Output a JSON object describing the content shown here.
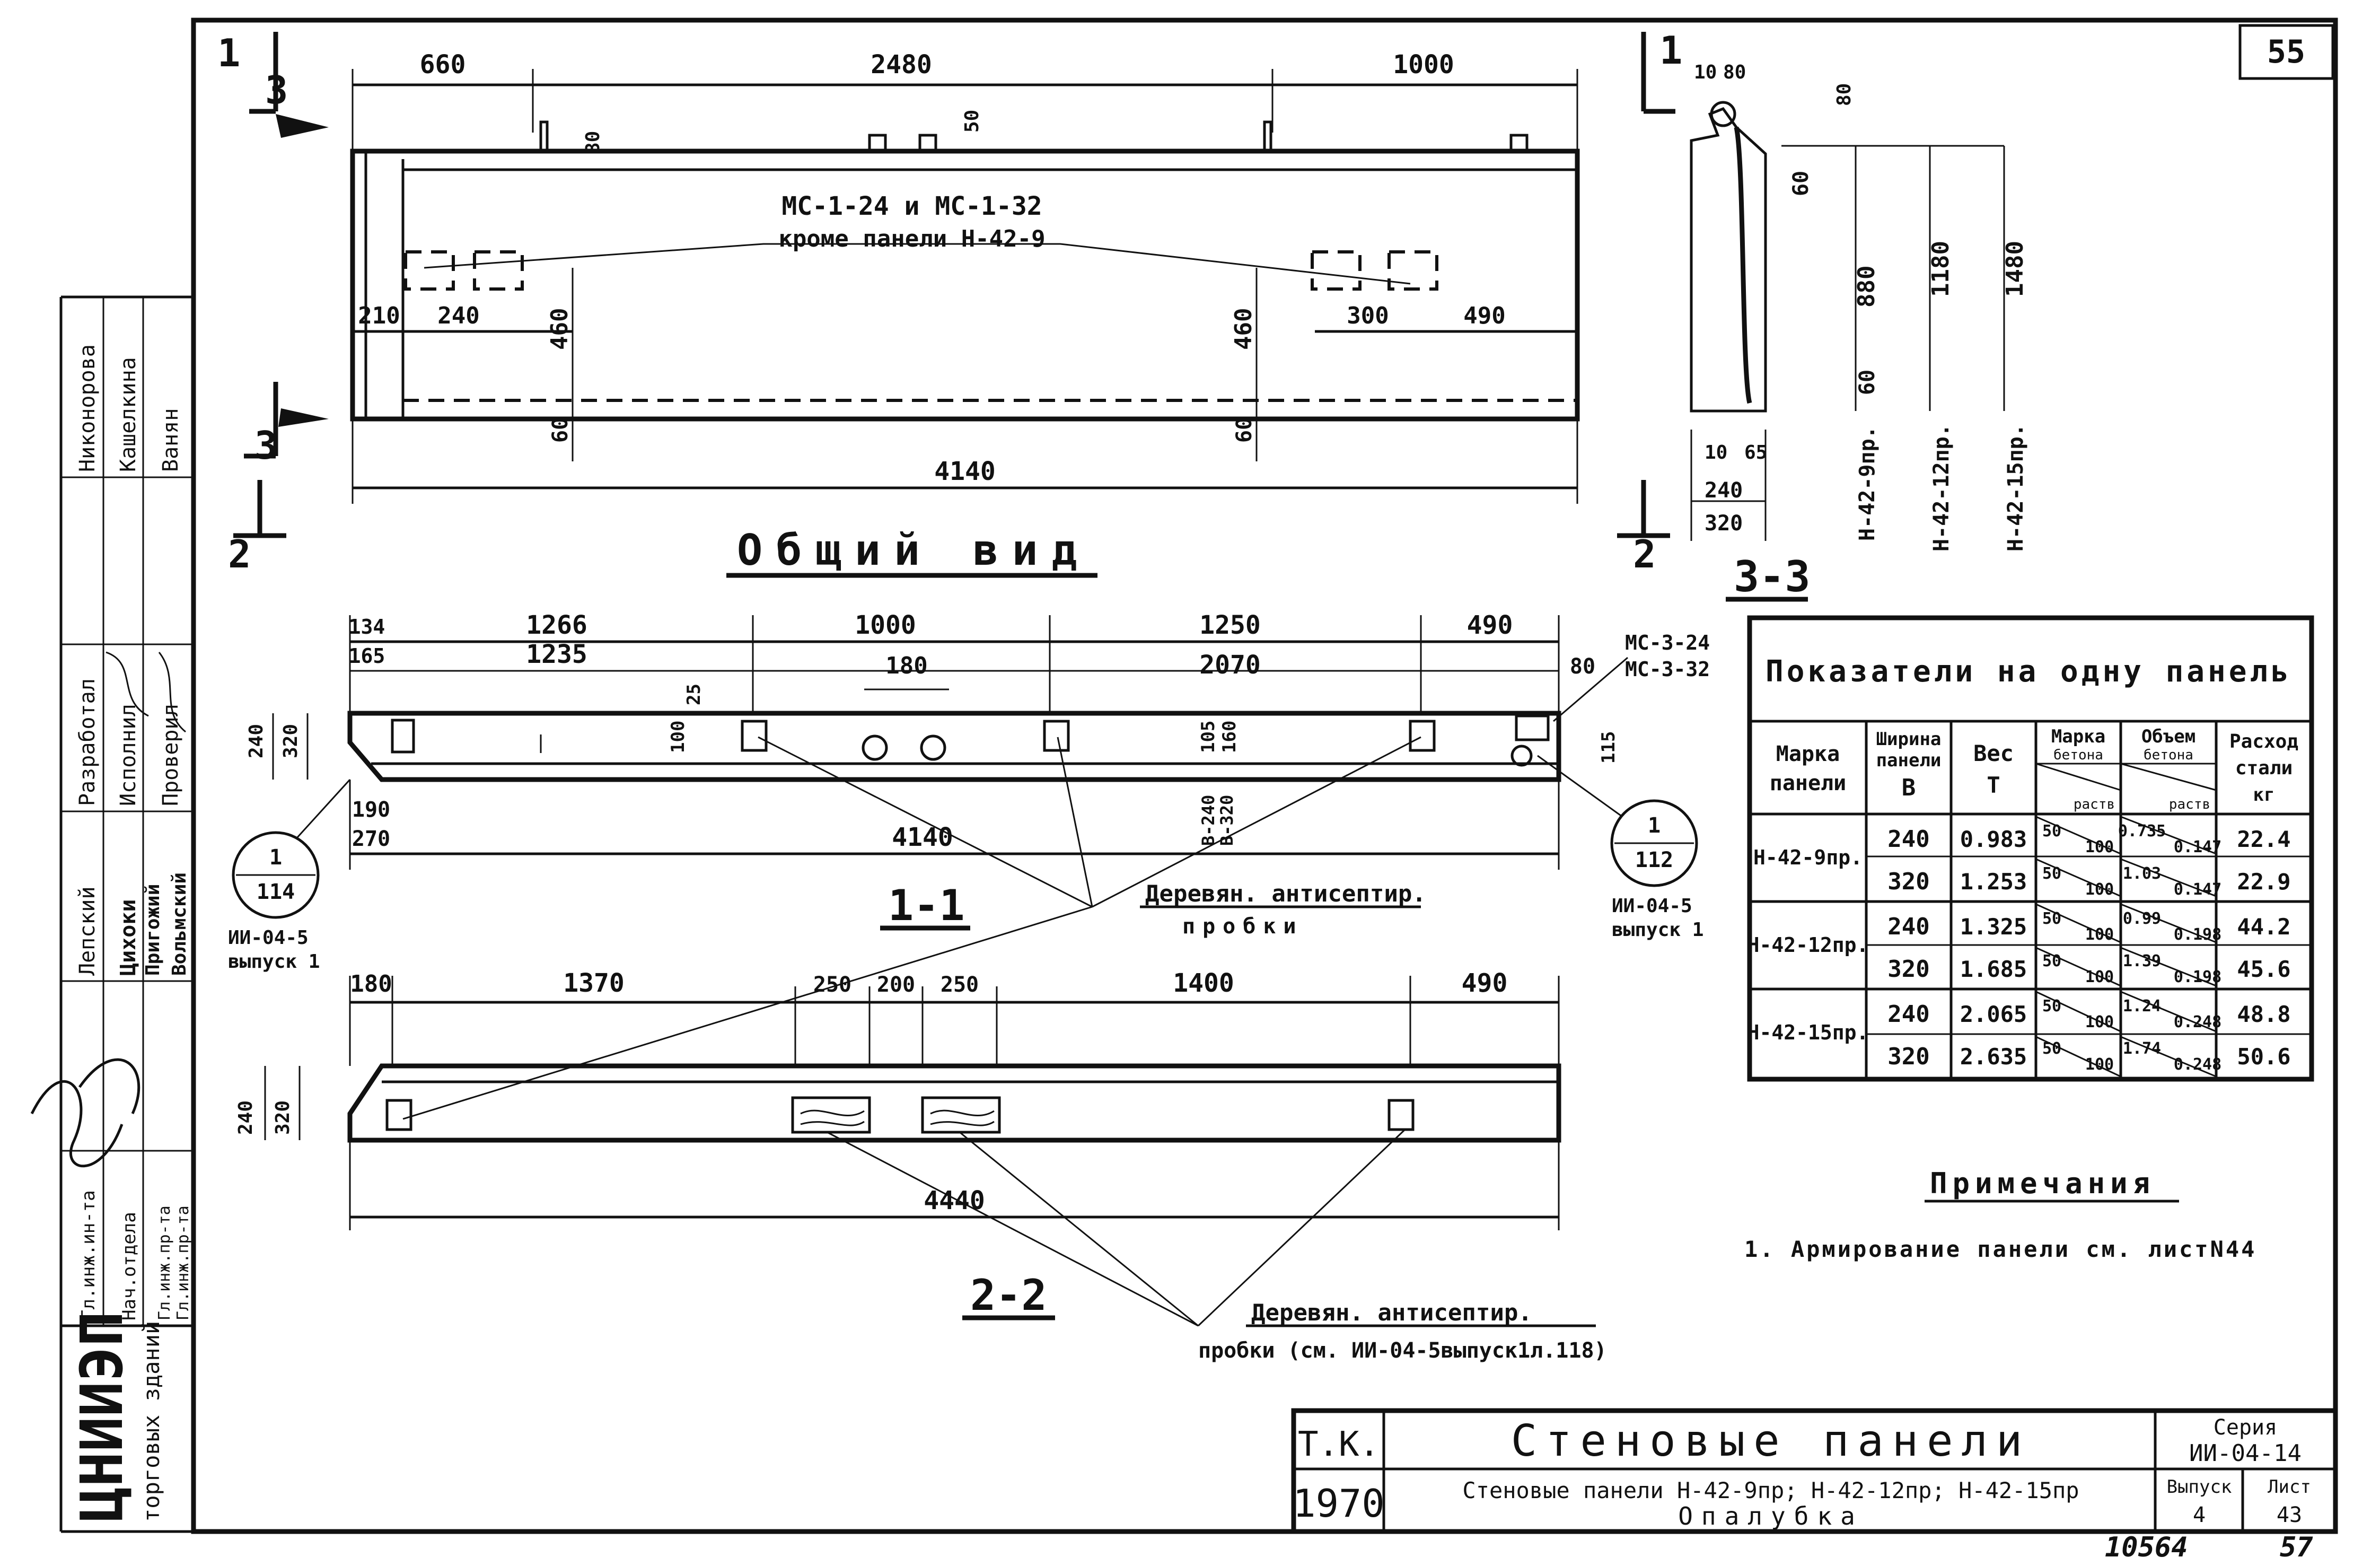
{
  "sheet_number": "55",
  "general_view": {
    "title": "Общий вид",
    "note_line1": "МС-1-24 и МС-1-32",
    "note_line2": "кроме панели Н-42-9",
    "dims_top": [
      "660",
      "2480",
      "1000"
    ],
    "dim_small_50": "50",
    "dim_80": "80",
    "dims_bottom_left": [
      "210",
      "240"
    ],
    "dims_bottom_right": [
      "300",
      "490"
    ],
    "dim_460": "460",
    "dim_60": "60",
    "dim_total": "4140",
    "section_marks": [
      "1",
      "2",
      "3"
    ]
  },
  "section_33": {
    "title": "3-3",
    "top_dims": [
      "10",
      "80"
    ],
    "dim_80": "80",
    "dim_60": "60",
    "heights": [
      "880",
      "1180",
      "1480"
    ],
    "bottom_60": "60",
    "panels": [
      "Н-42-9пр.",
      "Н-42-12пр.",
      "Н-42-15пр."
    ],
    "dims_bottom": [
      "10",
      "65",
      "240",
      "320"
    ]
  },
  "section_11": {
    "title": "1-1",
    "dims_top_row1": [
      "134",
      "1266",
      "1000",
      "1250",
      "490"
    ],
    "dims_top_row2": [
      "165",
      "1235",
      "180",
      "2070",
      "80"
    ],
    "dim_25": "25",
    "dim_100": "100",
    "dims_105_160": [
      "105",
      "160"
    ],
    "dim_115": "115",
    "height_dims": [
      "240",
      "320"
    ],
    "dims_bottom": [
      "190",
      "270"
    ],
    "dim_b": [
      "В-240",
      "В-320"
    ],
    "dim_total": "4140",
    "callout_left": {
      "num": "1",
      "sheet": "114",
      "ref1": "ИИ-04-5",
      "ref2": "выпуск 1"
    },
    "callout_right": {
      "num": "1",
      "sheet": "112",
      "ref1": "ИИ-04-5",
      "ref2": "выпуск 1"
    },
    "mc_labels": [
      "МС-3-24",
      "МС-3-32"
    ],
    "plugs_line1": "Деревян. антисептир.",
    "plugs_line2": "пробки"
  },
  "section_22": {
    "title": "2-2",
    "dims_top": [
      "180",
      "1370",
      "250",
      "200",
      "250",
      "1400",
      "490"
    ],
    "height_dims": [
      "240",
      "320"
    ],
    "dim_total": "4440",
    "plugs_line1": "Деревян. антисептир.",
    "plugs_line2": "пробки (см. ИИ-04-5выпуск1л.118)"
  },
  "table": {
    "title": "Показатели на одну панель",
    "headers": {
      "mark": [
        "Марка",
        "панели"
      ],
      "width": [
        "Ширина",
        "панели",
        "В"
      ],
      "weight": [
        "Вес",
        "Т"
      ],
      "concrete": [
        "Марка",
        "бетона"
      ],
      "volume": [
        "Объем",
        "бетона"
      ],
      "steel": [
        "Расход",
        "стали",
        "кг"
      ],
      "sub": "раств"
    },
    "groups": [
      {
        "mark": "Н-42-9пр.",
        "rows": [
          {
            "b": "240",
            "w": "0.983",
            "c1": "50",
            "c2": "100",
            "v1": "0.735",
            "v2": "0.147",
            "s": "22.4"
          },
          {
            "b": "320",
            "w": "1.253",
            "c1": "50",
            "c2": "100",
            "v1": "1.03",
            "v2": "0.147",
            "s": "22.9"
          }
        ]
      },
      {
        "mark": "Н-42-12пр.",
        "rows": [
          {
            "b": "240",
            "w": "1.325",
            "c1": "50",
            "c2": "100",
            "v1": "0.99",
            "v2": "0.198",
            "s": "44.2"
          },
          {
            "b": "320",
            "w": "1.685",
            "c1": "50",
            "c2": "100",
            "v1": "1.39",
            "v2": "0.198",
            "s": "45.6"
          }
        ]
      },
      {
        "mark": "Н-42-15пр.",
        "rows": [
          {
            "b": "240",
            "w": "2.065",
            "c1": "50",
            "c2": "100",
            "v1": "1.24",
            "v2": "0.248",
            "s": "48.8"
          },
          {
            "b": "320",
            "w": "2.635",
            "c1": "50",
            "c2": "100",
            "v1": "1.74",
            "v2": "0.248",
            "s": "50.6"
          }
        ]
      }
    ]
  },
  "notes": {
    "title": "Примечания",
    "item1": "1. Армирование панели см. листN44"
  },
  "title_block": {
    "tk": "Т.К.",
    "year": "1970",
    "title": "Стеновые панели",
    "subtitle": "Стеновые панели Н-42-9пр; Н-42-12пр; Н-42-15пр",
    "subtitle2": "Опалубка",
    "series_label": "Серия",
    "series": "ИИ-04-14",
    "issue_label": "Выпуск",
    "issue": "4",
    "sheet_label": "Лист",
    "sheet": "43"
  },
  "stamp": {
    "roles": [
      "Гл.инж.ин-та",
      "Нач.отдела",
      "Гл.инж.пр-та",
      "Гл.инж.пр-та",
      "Лепский",
      "Цихоки",
      "Пригожий",
      "Вольмский",
      "Разработал",
      "Исполнил",
      "Проверил",
      "Никонорова",
      "Кашелкина",
      "Ванян"
    ],
    "org": "ЦНИИЭП",
    "org_sub": "торговых зданий"
  },
  "footer": {
    "inv": "10564",
    "page": "57"
  }
}
